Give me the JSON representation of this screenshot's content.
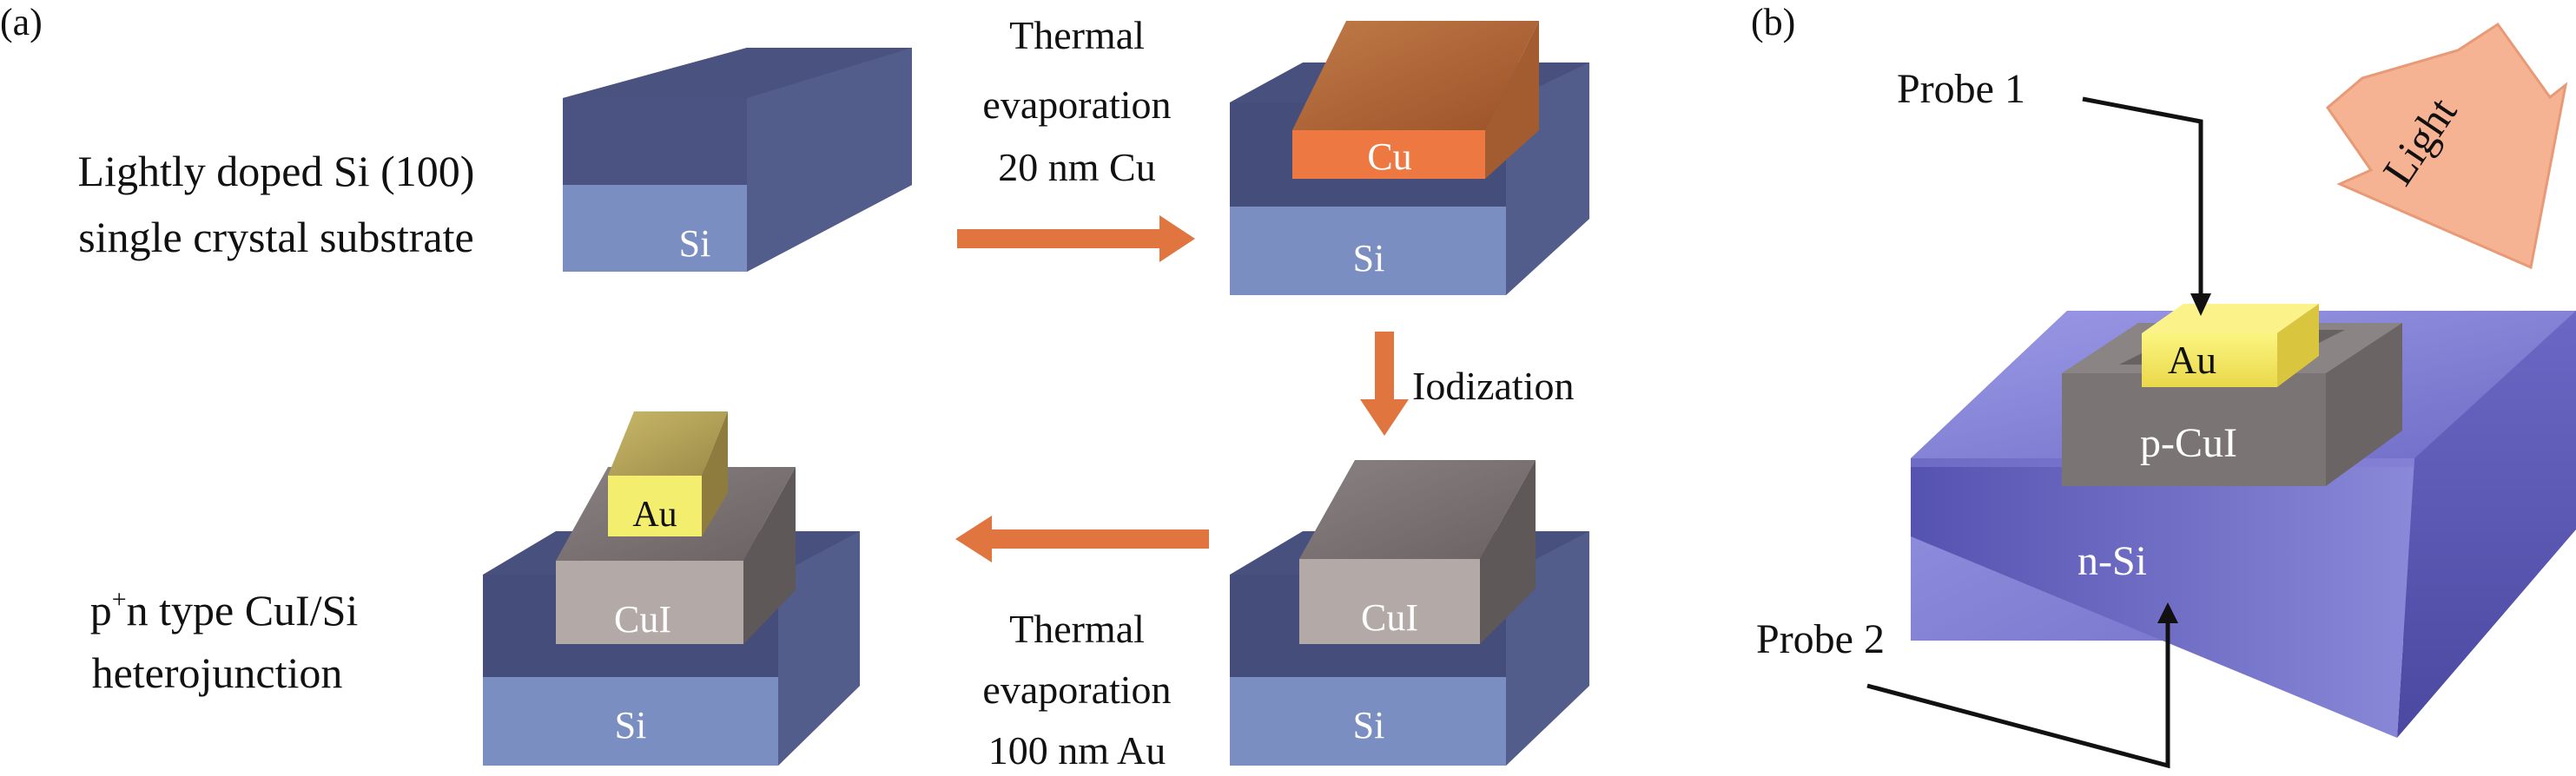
{
  "panel_a": {
    "label": "(a)",
    "start_caption": [
      "Lightly doped Si (100)",
      "single crystal substrate"
    ],
    "step1": [
      "Thermal",
      "evaporation",
      "20 nm Cu"
    ],
    "step2": "Iodization",
    "step3": [
      "Thermal",
      "evaporation",
      "100 nm Au"
    ],
    "final_caption": [
      "p",
      "+",
      "n type CuI/Si",
      "heterojunction"
    ],
    "layers": {
      "si": "Si",
      "cu": "Cu",
      "cui": "CuI",
      "au": "Au"
    }
  },
  "panel_b": {
    "label": "(b)",
    "probe1": "Probe 1",
    "probe2": "Probe 2",
    "light": "Light",
    "layers": {
      "au": "Au",
      "cui": "p-CuI",
      "si": "n-Si"
    }
  },
  "colors": {
    "si_front": "#7a8ec2",
    "si_top": "#48507d",
    "si_side": "#505a8a",
    "cu_front": "#ee7842",
    "cu_top": "#b86a3a",
    "cui_front": "#b3aaa8",
    "cui_top": "#7d7574",
    "au_front": "#f3ee6e",
    "au_top": "#b8a85a",
    "arrow": "#e07540",
    "light_arrow": "#f6b393",
    "nsi": "#5d5bb8",
    "pcui": "#7a7474"
  }
}
